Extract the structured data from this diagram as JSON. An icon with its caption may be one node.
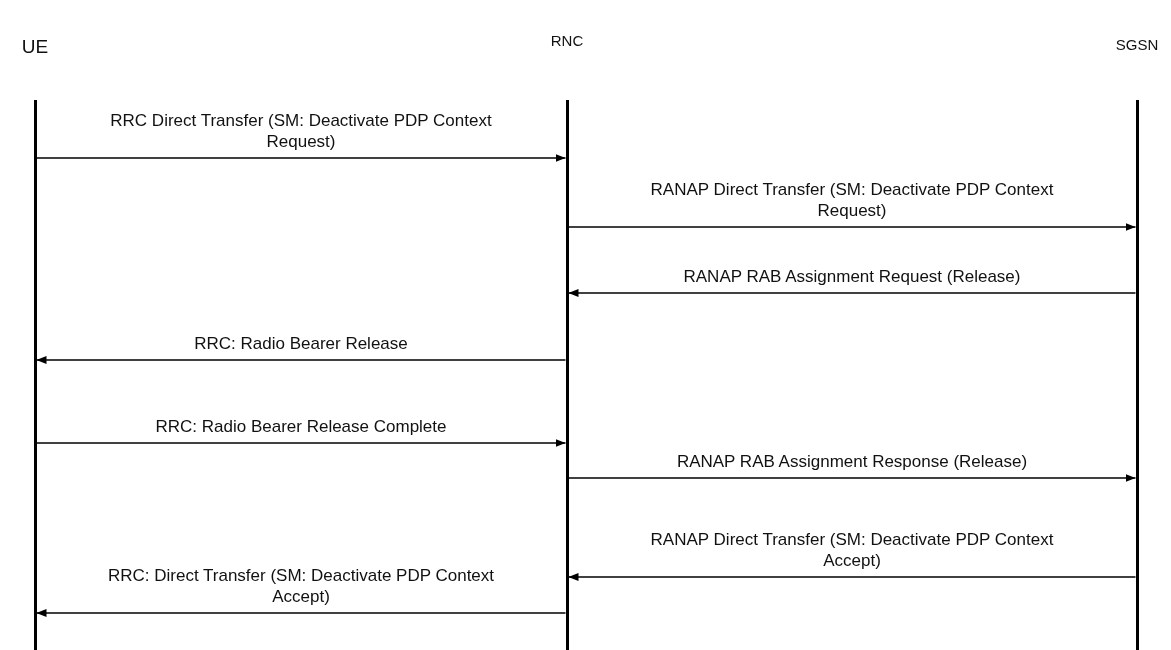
{
  "diagram": {
    "nodes": [
      {
        "text": [
          "UE"
        ]
      },
      {
        "text": [
          "RNC"
        ]
      },
      {
        "text": [
          "SGSN"
        ]
      }
    ],
    "edges": [
      {
        "from": 0,
        "to": 1,
        "arrow": "to",
        "label": "RRC Direct Transfer (SM: Deactivate PDP Context Request)"
      },
      {
        "from": 1,
        "to": 2,
        "arrow": "to",
        "label": "RANAP Direct Transfer (SM: Deactivate PDP Context Request)"
      },
      {
        "from": 2,
        "to": 1,
        "arrow": "to",
        "label": "RANAP RAB Assignment Request (Release)"
      },
      {
        "from": 1,
        "to": 0,
        "arrow": "to",
        "label": "RRC: Radio Bearer Release"
      },
      {
        "from": 0,
        "to": 1,
        "arrow": "to",
        "label": "RRC: Radio Bearer Release Complete"
      },
      {
        "from": 1,
        "to": 2,
        "arrow": "to",
        "label": "RANAP RAB Assignment Response (Release)"
      },
      {
        "from": 2,
        "to": 1,
        "arrow": "to",
        "label": "RANAP Direct Transfer (SM: Deactivate PDP Context Accept)"
      },
      {
        "from": 1,
        "to": 0,
        "arrow": "to",
        "label": "RRC: Direct Transfer (SM: Deactivate PDP Context Accept)"
      }
    ]
  }
}
